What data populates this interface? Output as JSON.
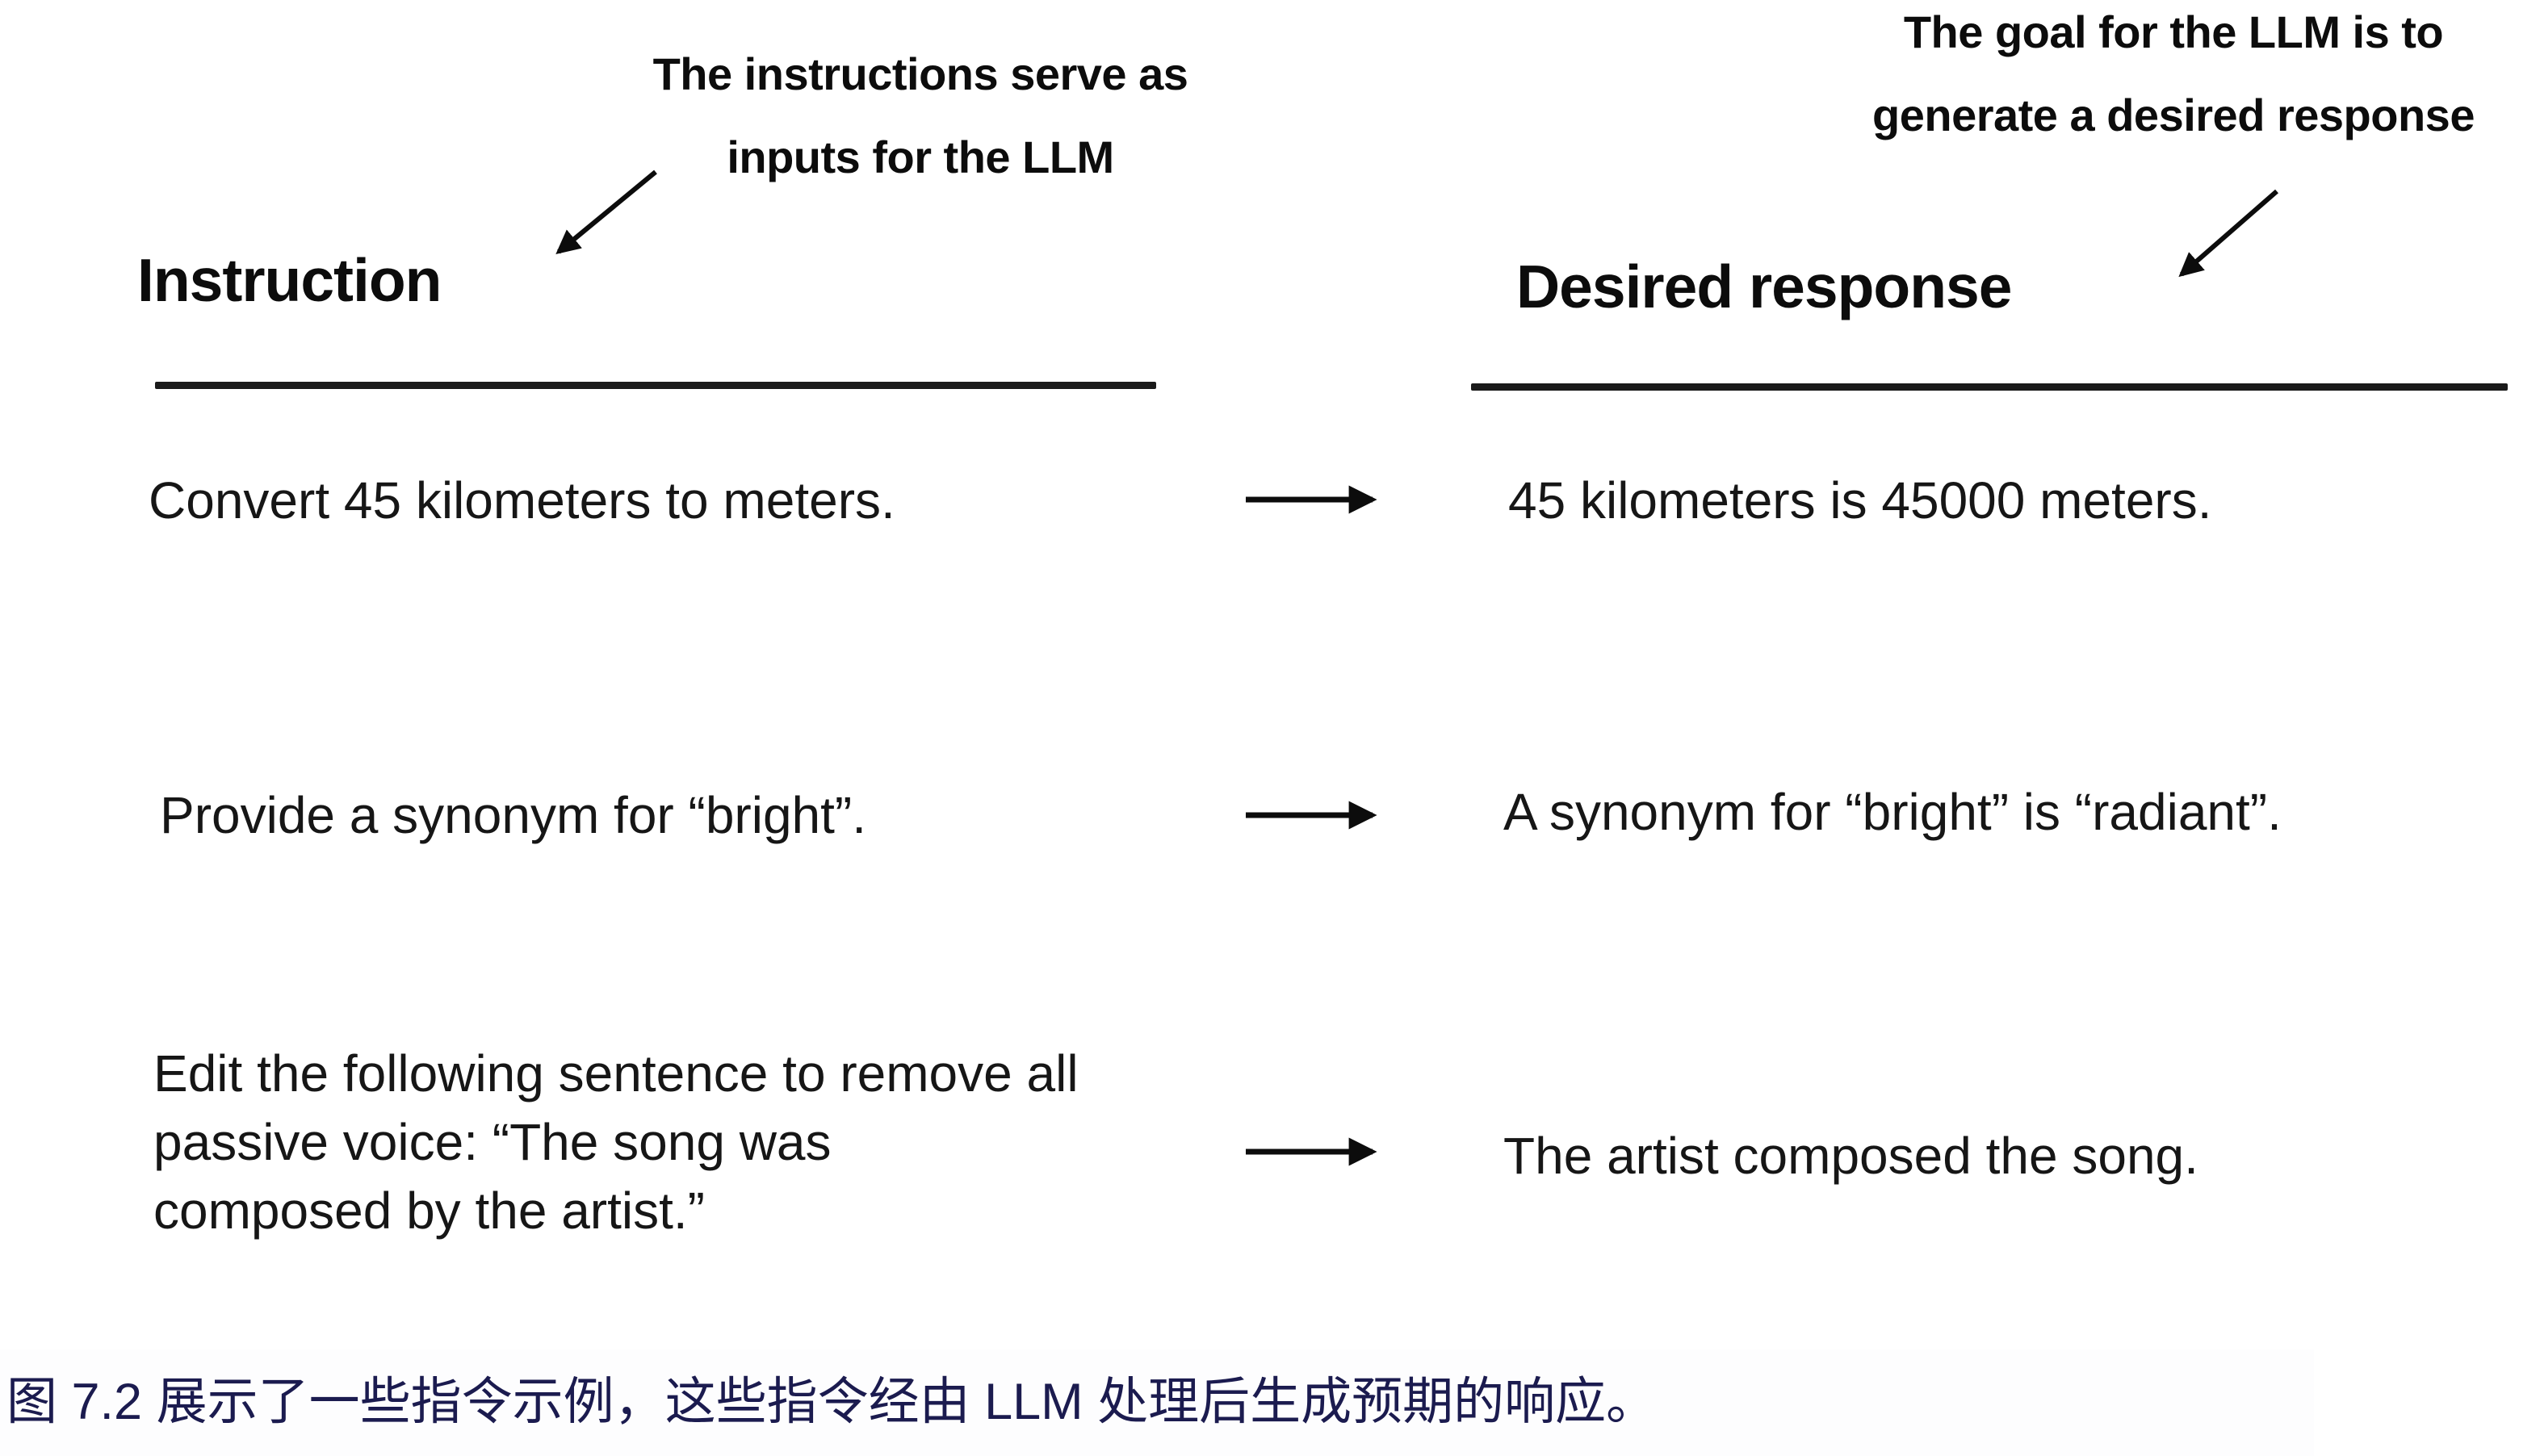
{
  "figure": {
    "annotations": {
      "left": {
        "lines": [
          "The instructions serve as",
          "inputs for the LLM"
        ]
      },
      "right": {
        "lines": [
          "The goal for the LLM is to",
          "generate a desired response"
        ]
      }
    },
    "columns": {
      "left_header": "Instruction",
      "right_header": "Desired response"
    },
    "rows": [
      {
        "instruction": "Convert 45 kilometers to meters.",
        "response": "45 kilometers is 45000 meters."
      },
      {
        "instruction": "Provide a synonym for “bright”.",
        "response": "A synonym for “bright” is “radiant”."
      },
      {
        "instruction": "Edit the following sentence to remove all passive voice: “The song was composed by the artist.”",
        "response": "The artist composed the song."
      }
    ],
    "caption": "图 7.2 展示了一些指令示例，这些指令经由 LLM 处理后生成预期的响应。"
  },
  "colors": {
    "ink": "#111111",
    "rule": "#1a1a1a",
    "caption": "#1b1b4f"
  }
}
